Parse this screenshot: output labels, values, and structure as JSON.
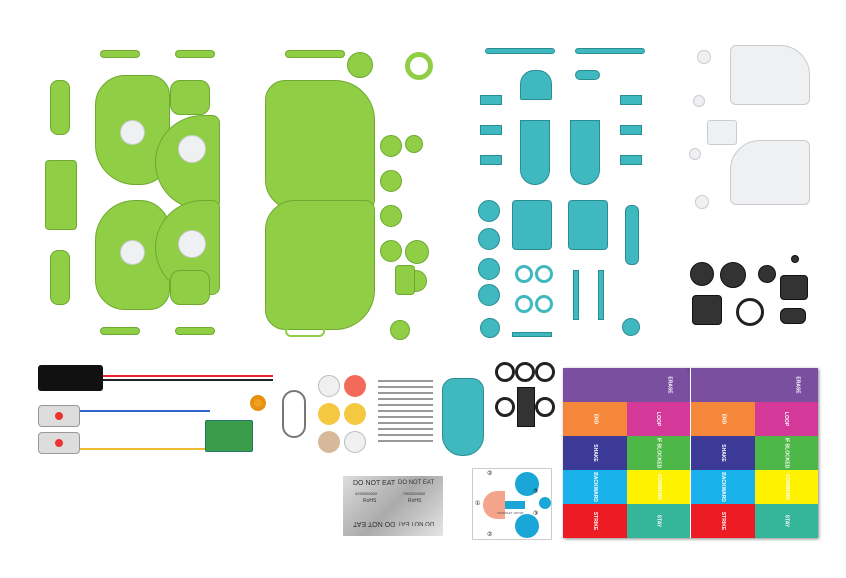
{
  "colors": {
    "green": "#8fce45",
    "teal": "#3fb8bf",
    "purple": "#7a4fa0",
    "orange": "#f5873a",
    "magenta": "#d4399a",
    "navy": "#3b3a96",
    "lime": "#4db848",
    "sky": "#1ab2ea",
    "yellow": "#fff200",
    "red": "#ed1c24",
    "sea": "#35b59a"
  },
  "cards": {
    "erase": "ERASE",
    "end": "END",
    "loop": "LOOP",
    "shake": "SHAKE",
    "if_blocked": "IF BLOCKED",
    "backward": "BACKWARD",
    "forward": "FORWARD",
    "strike": "STRIKE",
    "stay": "STAY",
    "close_mark": "×"
  },
  "silica": {
    "warning": "DO NOT EAT",
    "rohs": "RoHS",
    "code1": "4290000002",
    "code2": "7900000002"
  },
  "sticker": {
    "num1": "①",
    "num2": "②",
    "num3": "③",
    "code": "7900001ET 190705"
  }
}
